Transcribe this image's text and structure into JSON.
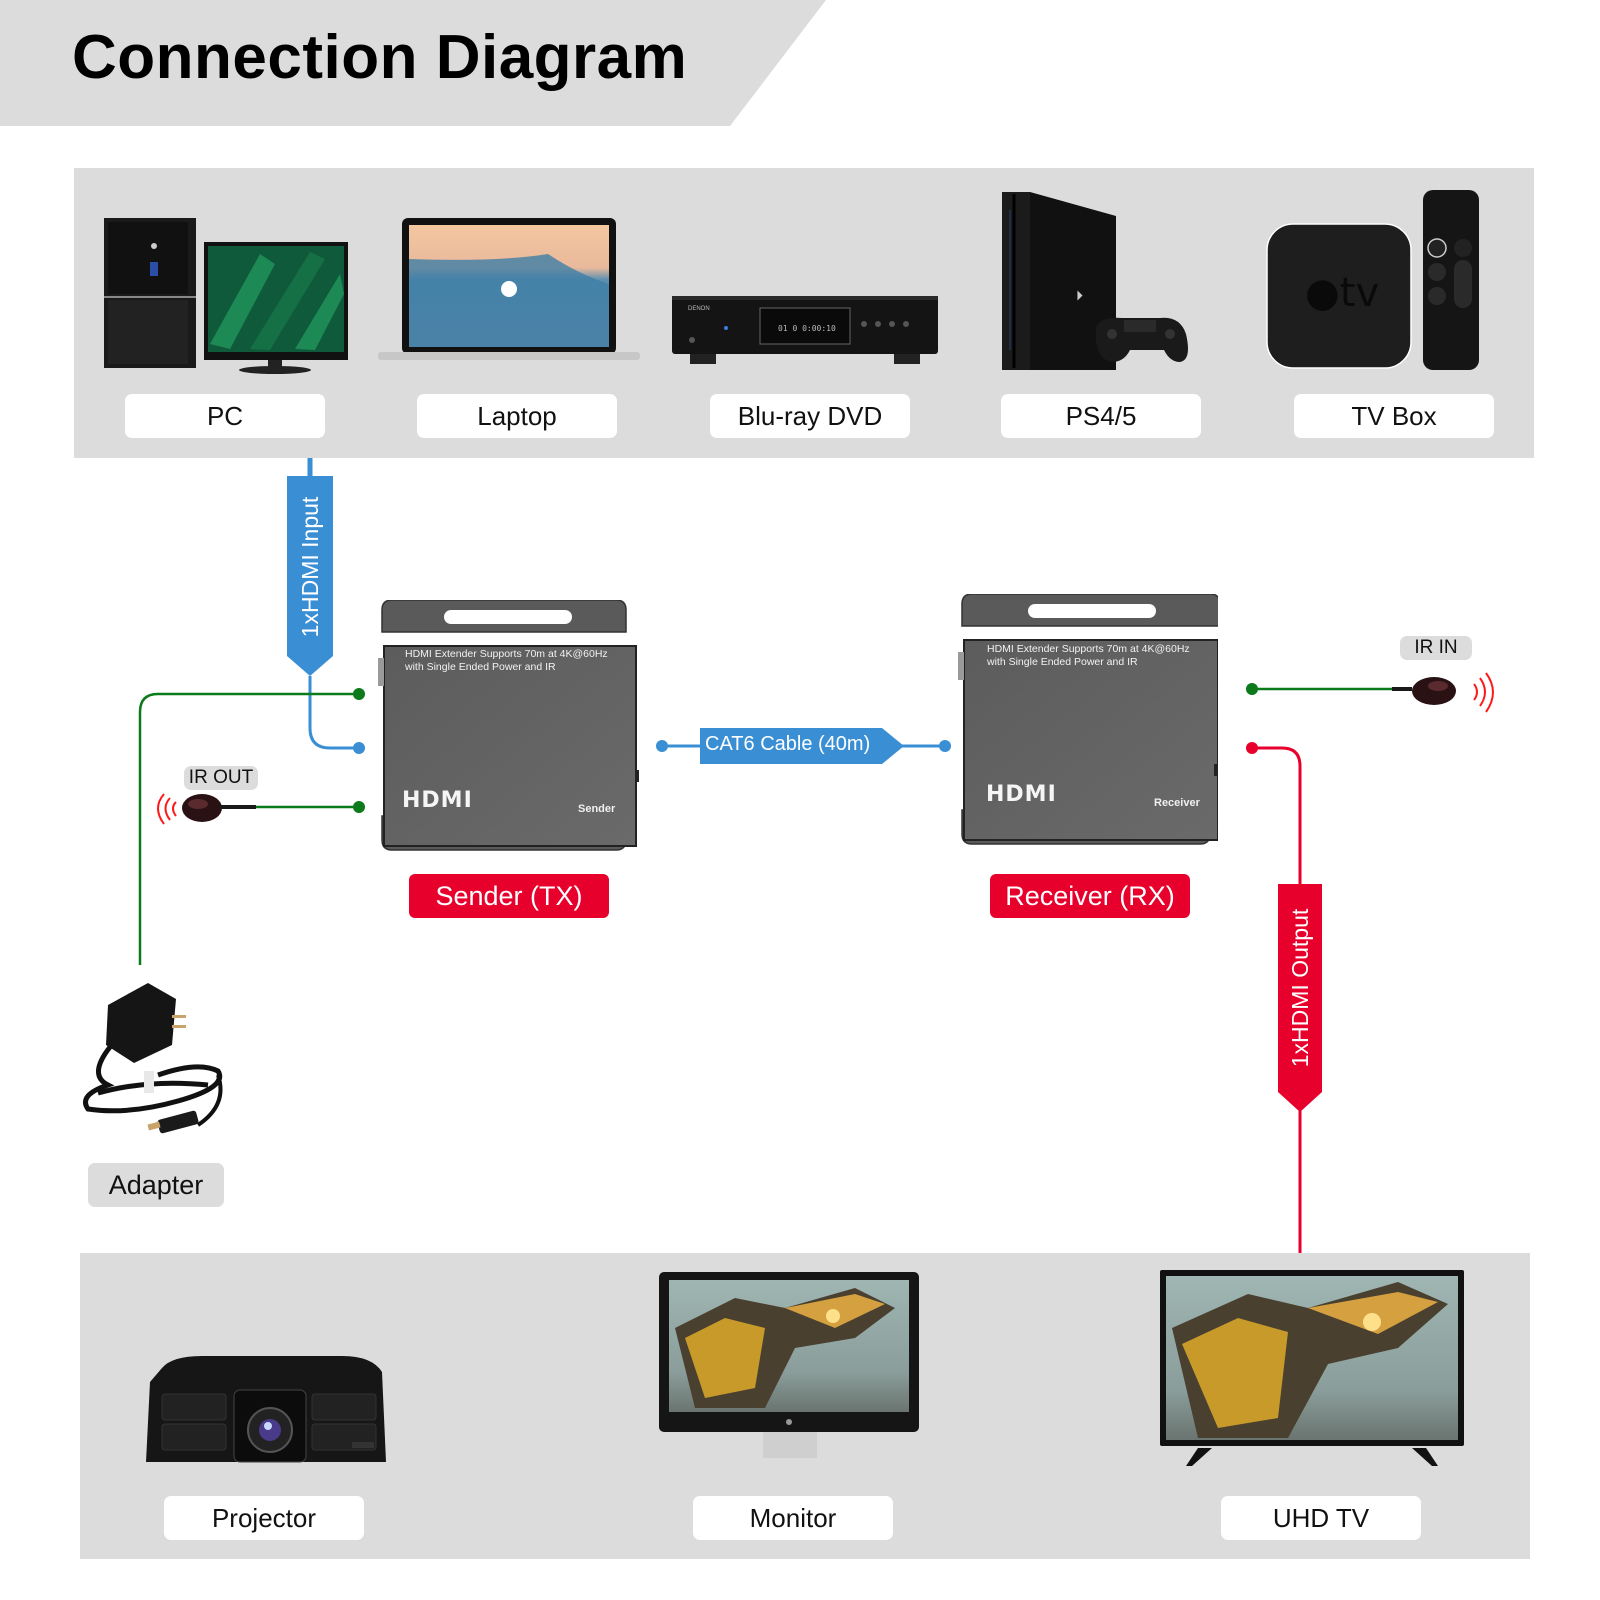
{
  "title": "Connection Diagram",
  "colors": {
    "input_blue": "#3a8fd4",
    "output_red": "#e8002d",
    "ir_green": "#0a7a1a",
    "panel_grey": "#dcdcdc",
    "device_grey": "#5e5e5e"
  },
  "sources": [
    {
      "label": "PC",
      "icon": "pc-monitor-icon"
    },
    {
      "label": "Laptop",
      "icon": "laptop-icon"
    },
    {
      "label": "Blu-ray DVD",
      "icon": "bluray-player-icon"
    },
    {
      "label": "PS4/5",
      "icon": "game-console-icon"
    },
    {
      "label": "TV Box",
      "icon": "tv-box-icon"
    }
  ],
  "connections": {
    "input_label": "1xHDMI Input",
    "output_label": "1xHDMI Output",
    "cable_label": "CAT6 Cable (40m)",
    "ir_out_label": "IR OUT",
    "ir_in_label": "IR IN"
  },
  "sender": {
    "description_line1": "HDMI Extender Supports 70m at 4K@60Hz",
    "description_line2": "with Single Ended Power and IR",
    "logo": "HDMI",
    "role": "Sender",
    "tag": "Sender (TX)"
  },
  "receiver": {
    "description_line1": "HDMI Extender Supports 70m at 4K@60Hz",
    "description_line2": "with Single Ended Power and IR",
    "logo": "HDMI",
    "role": "Receiver",
    "tag": "Receiver (RX)"
  },
  "adapter": {
    "label": "Adapter",
    "icon": "power-adapter-icon"
  },
  "displays": [
    {
      "label": "Projector",
      "icon": "projector-icon"
    },
    {
      "label": "Monitor",
      "icon": "monitor-icon"
    },
    {
      "label": "UHD TV",
      "icon": "tv-icon"
    }
  ]
}
